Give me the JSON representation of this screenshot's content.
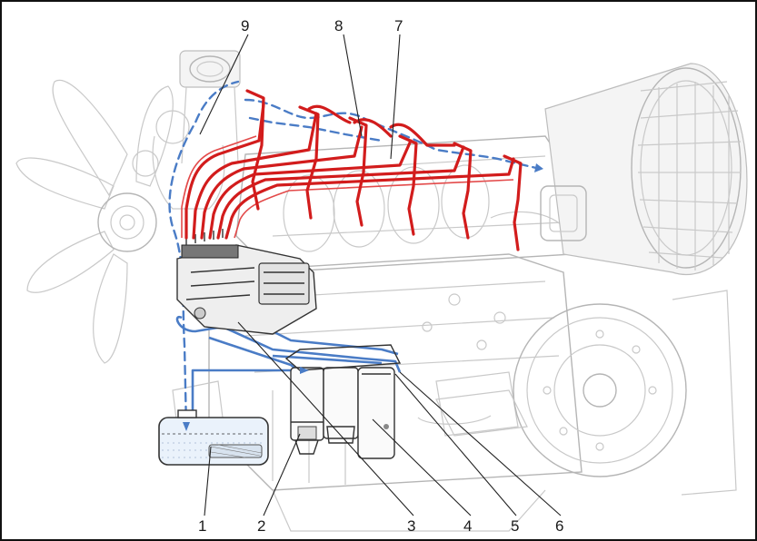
{
  "labels": {
    "l1": "1",
    "l2": "2",
    "l3": "3",
    "l4": "4",
    "l5": "5",
    "l6": "6",
    "l7": "7",
    "l8": "8",
    "l9": "9"
  },
  "colors": {
    "high_pressure": "#d21c1c",
    "low_pressure": "#4a7cc6",
    "engine_outline": "#bdbdbd"
  }
}
